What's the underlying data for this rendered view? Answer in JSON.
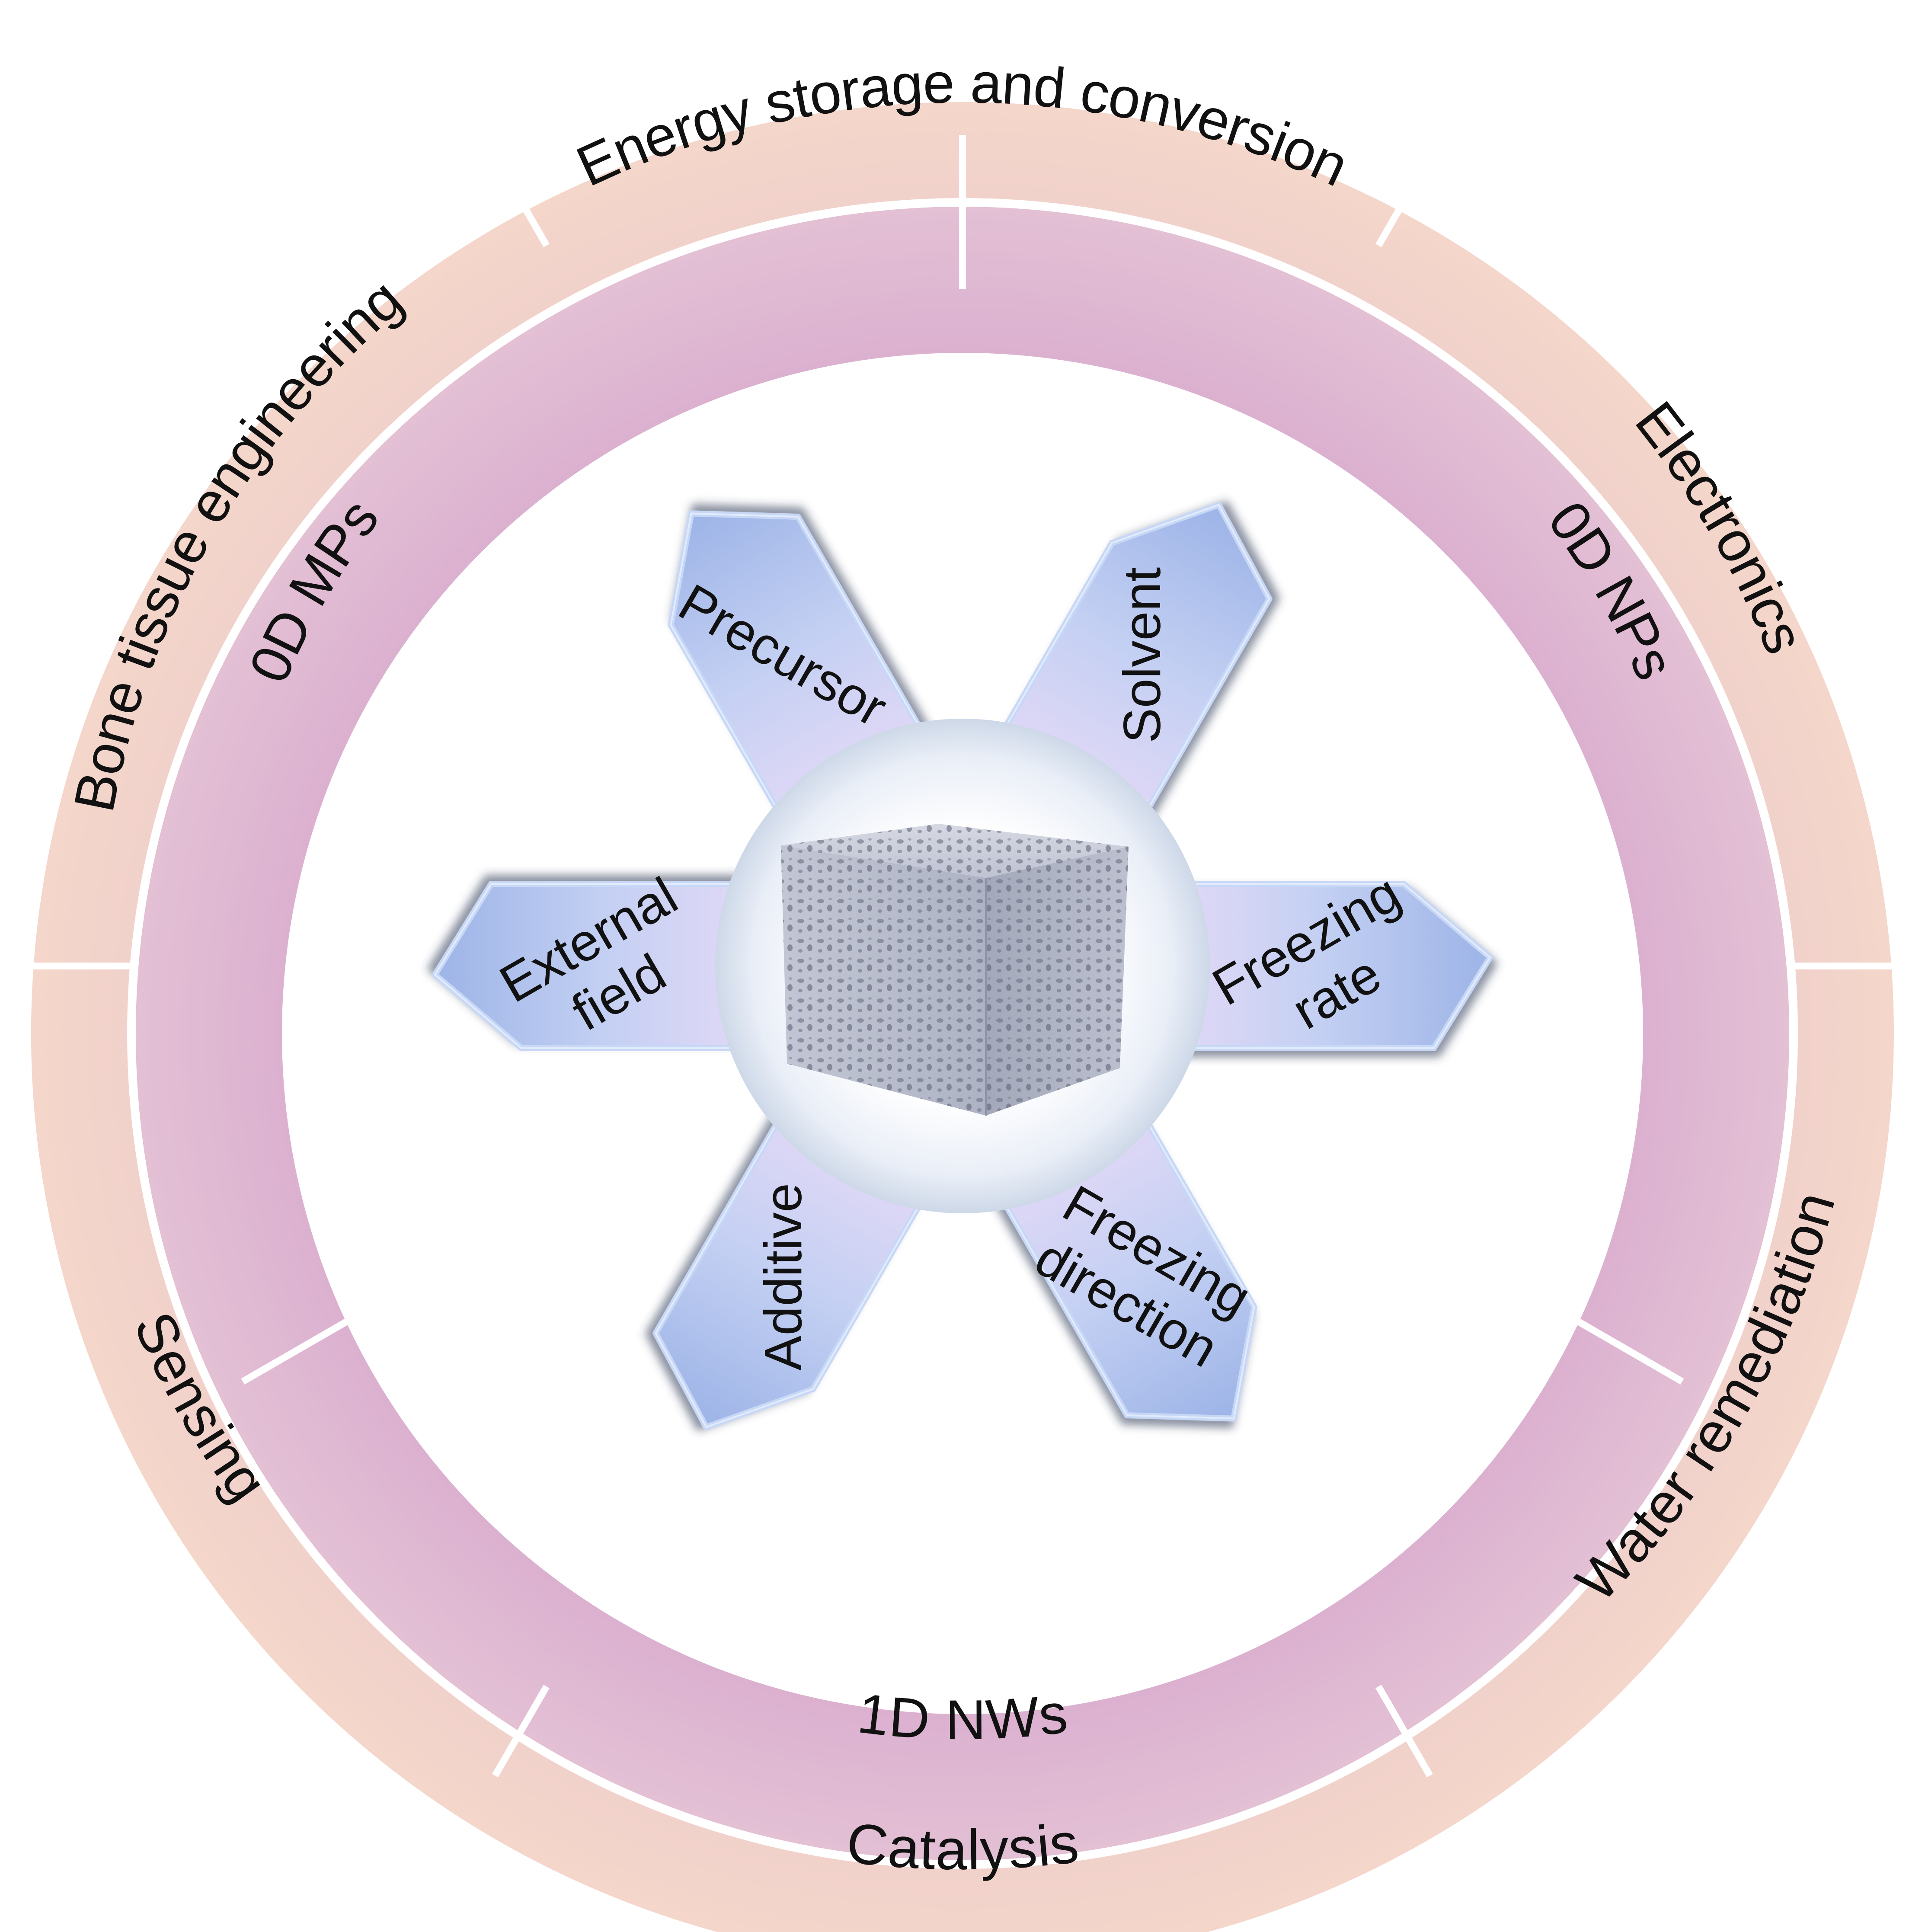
{
  "applications": [
    {
      "label": "Energy storage and conversion"
    },
    {
      "label": "Electronics"
    },
    {
      "label": "Water remediation"
    },
    {
      "label": "Catalysis"
    },
    {
      "label": "Sensing"
    },
    {
      "label": "Bone tissue engineering"
    }
  ],
  "building_blocks": [
    {
      "label": "0D NPs"
    },
    {
      "label": "1D NWs"
    },
    {
      "label": "0D MPs"
    }
  ],
  "factors": [
    {
      "lines": [
        "Solvent"
      ]
    },
    {
      "lines": [
        "Freezing",
        "rate"
      ]
    },
    {
      "lines": [
        "Freezing",
        "direction"
      ]
    },
    {
      "lines": [
        "Additive"
      ]
    },
    {
      "lines": [
        "External",
        "field"
      ]
    },
    {
      "lines": [
        "Precursor"
      ]
    }
  ],
  "center": {
    "icon": "porous-cube-icon"
  },
  "colors": {
    "outer_ring": "#f2d2c8",
    "middle_ring": "#dcb0cf",
    "blade_light": "#cfd4f4",
    "blade_dark": "#9fb6e8",
    "blade_edge": "#b8cdf2",
    "cube": "#b7bccd",
    "text": "#111111"
  }
}
